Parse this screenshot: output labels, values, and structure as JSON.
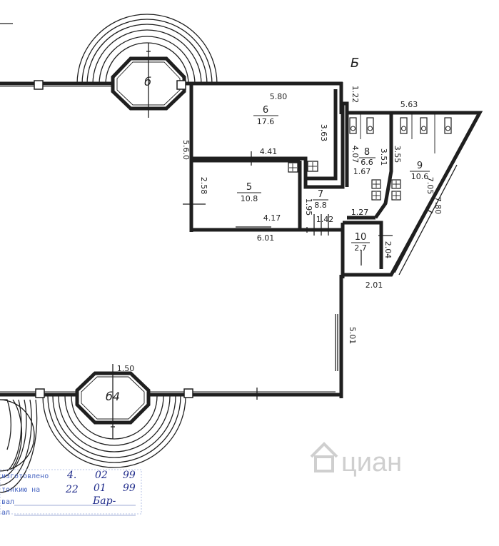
{
  "section_mark": "Б",
  "rooms": [
    {
      "number": "6",
      "area": "17.6"
    },
    {
      "number": "5",
      "area": "10.8"
    },
    {
      "number": "7",
      "area": "8.8"
    },
    {
      "number": "8",
      "area": "6.6"
    },
    {
      "number": "9",
      "area": "10.6"
    },
    {
      "number": "10",
      "area": "2.7"
    },
    {
      "number": "б",
      "area": ""
    },
    {
      "number": "б4",
      "area": ""
    }
  ],
  "dimensions": [
    "5.80",
    "3.63",
    "5.6.0",
    "4.41",
    "2.58",
    "4.17",
    "6.01",
    "1.22",
    "5.63",
    "4.07",
    "3.51",
    "3.55",
    "1.67",
    "7.05",
    "7.80",
    "1.95",
    "1.42",
    "1.27",
    "2.04",
    "2.01",
    "5.01",
    "1.50"
  ],
  "stamp": {
    "line1": "изготовлено",
    "line2": "тонкию на",
    "line3": "вал",
    "line4": "ал",
    "date1_day": "4.",
    "date1_month": "02",
    "date1_year": "99",
    "date2_day": "22",
    "date2_month": "01",
    "date2_year": "99",
    "signature": "Бар-"
  },
  "watermark": "циан"
}
